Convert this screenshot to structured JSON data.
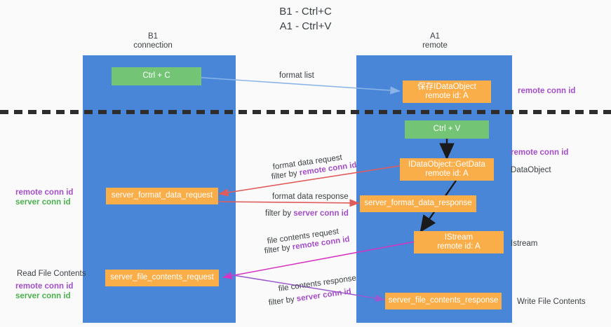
{
  "title": {
    "line1": "B1 - Ctrl+C",
    "line2": "A1 - Ctrl+V"
  },
  "columns": [
    {
      "name": "B1",
      "role": "connection"
    },
    {
      "name": "A1",
      "role": "remote"
    }
  ],
  "nodes": {
    "ctrl_c": {
      "label": "Ctrl + C"
    },
    "ctrl_v": {
      "label": "Ctrl + V"
    },
    "save_dataobject": {
      "line1": "保存IDataObject",
      "line2": "remote id: A"
    },
    "getdata": {
      "line1": "IDataObject::GetData",
      "line2": "remote id: A"
    },
    "istream": {
      "line1": "IStream",
      "line2": "remote id: A"
    },
    "server_format_data_request": {
      "label": "server_format_data_request"
    },
    "server_format_data_response": {
      "label": "server_format_data_response"
    },
    "server_file_contents_request": {
      "label": "server_file_contents_request"
    },
    "server_file_contents_response": {
      "label": "server_file_contents_response"
    }
  },
  "edges": {
    "format_list": {
      "label": "format list"
    },
    "format_data_request": {
      "label": "format data request",
      "filter_prefix": "filter by ",
      "filter_key": "remote conn id"
    },
    "format_data_response": {
      "label": "format data response",
      "filter_prefix": "filter by ",
      "filter_key": "server conn id"
    },
    "file_contents_request": {
      "label": "file contents request",
      "filter_prefix": "filter by ",
      "filter_key": "remote conn id"
    },
    "file_contents_response": {
      "label": "file contents response",
      "filter_prefix": "filter by ",
      "filter_key": "server conn id"
    }
  },
  "annotations": {
    "right_remote_conn_id_top": "remote conn id",
    "right_remote_conn_id_mid": "remote conn id",
    "right_dataobject": "DataObject",
    "right_istream": "Istream",
    "right_write_file_contents": "Write File Contents",
    "left_remote_conn_id_mid": "remote conn id",
    "left_server_conn_id_mid": "server conn id",
    "left_read_file_contents": "Read File Contents",
    "left_remote_conn_id_bottom": "remote conn id",
    "left_server_conn_id_bottom": "server conn id"
  },
  "colors": {
    "lane": "#4a86d8",
    "green_node": "#74c476",
    "orange_node": "#f9ae4a",
    "purple_text": "#a34fc4",
    "green_text": "#4caf50",
    "arrow_blue": "#8ab4e8",
    "arrow_red": "#e05c5c",
    "arrow_magenta": "#d633c0",
    "arrow_purple": "#9b59d0",
    "arrow_black": "#1a1a1a",
    "divider": "#2d2d2d",
    "background": "#fafafa"
  }
}
